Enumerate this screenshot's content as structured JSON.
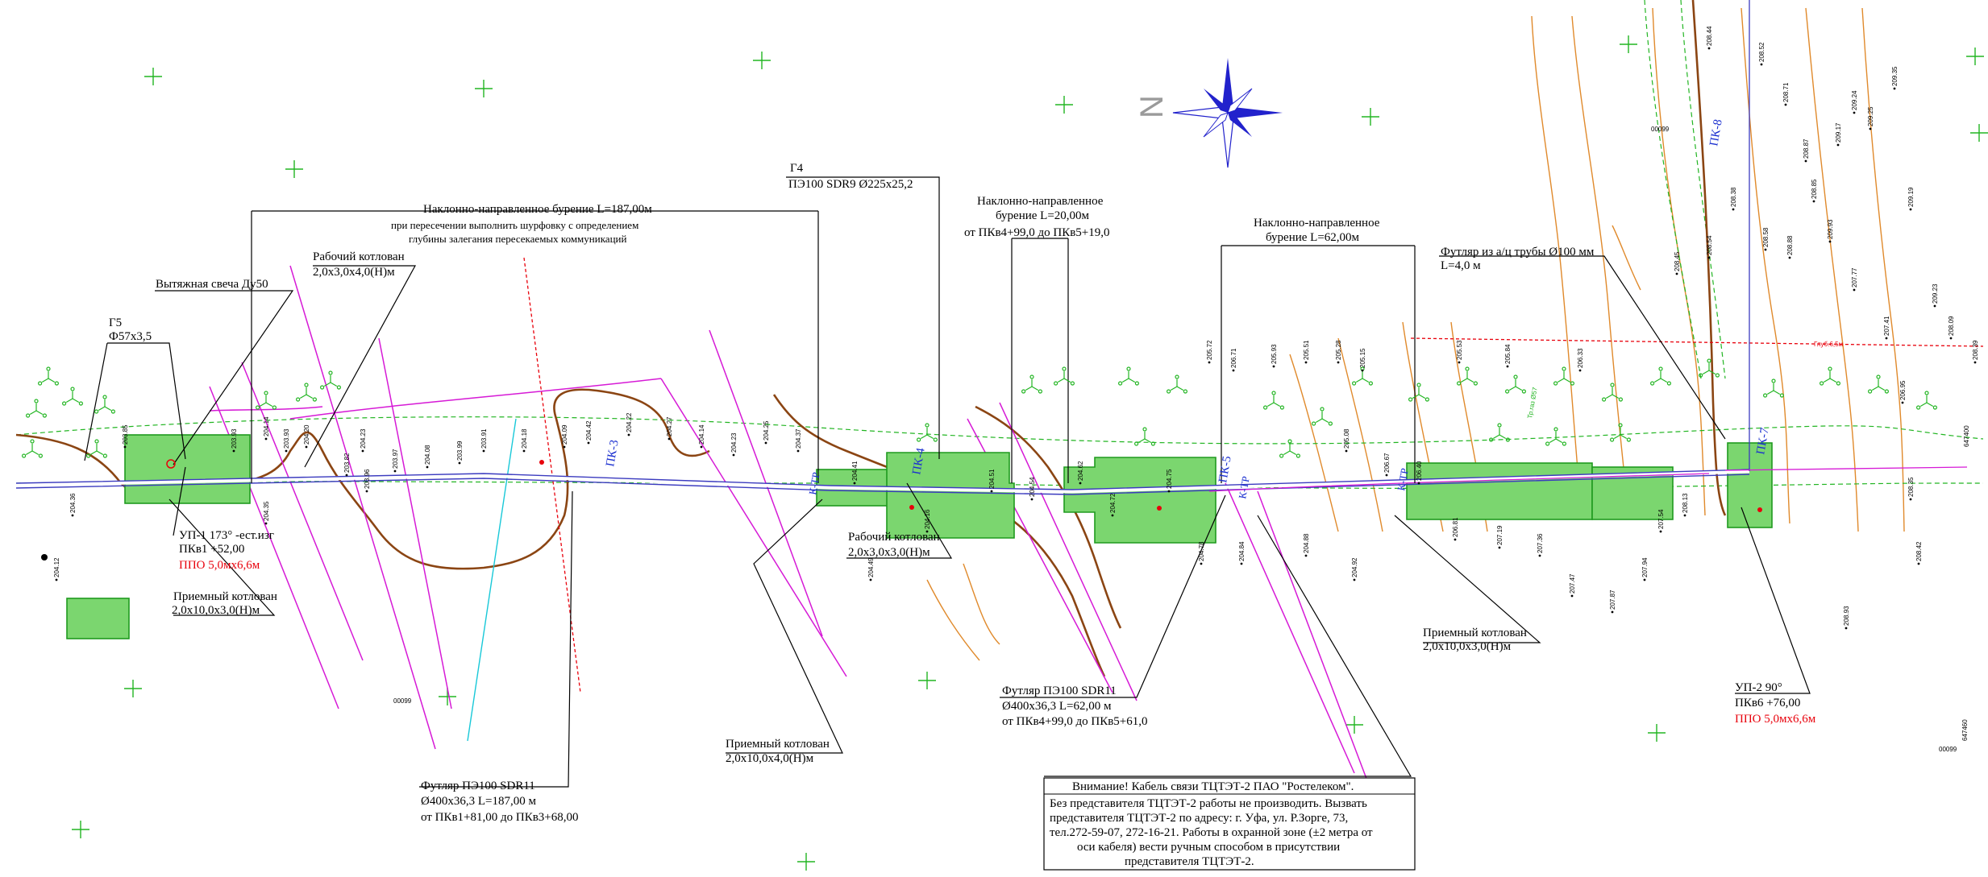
{
  "north_label": "N",
  "colors": {
    "pit_fill": "#7bd66f",
    "pit_stroke": "#1f9a1f",
    "pipeline": "#3b3bbf",
    "magenta_lines": "#d61ad6",
    "contours": "#e08a2c",
    "brown_lines": "#8b4513",
    "cable_cyan": "#18c8d8",
    "red_text": "#e8000b",
    "compass": "#2222cc"
  },
  "labels": {
    "g5_title": "Г5",
    "g5_spec": "Ф57х3,5",
    "vent": "Вытяжная свеча Ду50",
    "work_pit_title": "Рабочий котлован",
    "work_pit_size": "2,0х3,0х4,0(Н)м",
    "hdd1_l1": "Наклонно-направленное бурение L=187,00м",
    "hdd1_l2": "при пересечении выполнить шурфовку с определением",
    "hdd1_l3": "глубины залегания пересекаемых коммуникаций",
    "g4_title": "Г4",
    "g4_spec": "ПЭ100 SDR9 Ø225х25,2",
    "hdd2_l1": "Наклонно-направленное",
    "hdd2_l2": "бурение L=20,00м",
    "hdd2_l3": "от ПКв4+99,0 до ПКв5+19,0",
    "hdd3_l1": "Наклонно-направленное",
    "hdd3_l2": "бурение L=62,00м",
    "sleeve_ac_l1": "Футляр из а/ц трубы Ø100 мм",
    "sleeve_ac_l2": "L=4,0 м",
    "up1_l1": "УП-1 173° -ест.изг",
    "up1_l2": "ПКв1 +52,00",
    "up1_ppo": "ППО 5,0мх6,6м",
    "recv_left_title": "Приемный котлован",
    "recv_left_size": "2,0х10,0х3,0(Н)м",
    "work_pit2_title": "Рабочий котлован",
    "work_pit2_size": "2,0х3,0х3,0(Н)м",
    "recv_mid_title": "Приемный котлован",
    "recv_mid_size": "2,0х10,0х4,0(Н)м",
    "sleeve1_l1": "Футляр ПЭ100 SDR11",
    "sleeve1_l2": "Ø400х36,3 L=187,00 м",
    "sleeve1_l3": "от ПКв1+81,00 до ПКв3+68,00",
    "sleeve2_l1": "Футляр ПЭ100 SDR11",
    "sleeve2_l2": "Ø400х36,3 L=62,00 м",
    "sleeve2_l3": "от ПКв4+99,0 до ПКв5+61,0",
    "recv_right_title": "Приемный котлован",
    "recv_right_size": "2,0х10,0х3,0(Н)м",
    "up2_l1": "УП-2 90°",
    "up2_l2": "ПКв6 +76,00",
    "up2_ppo": "ППО 5,0мх6,6м",
    "notice_l1": "Внимание! Кабель связи ТЦТЭТ-2 ПАО \"Ростелеком\".",
    "notice_l2": "Без представителя ТЦТЭТ-2 работы не производить. Вызвать",
    "notice_l3": "представителя ТЦТЭТ-2 по адресу: г. Уфа, ул. Р.Зорге, 73,",
    "notice_l4": "тел.272-59-07, 272-16-21. Работы в охранной зоне (±2 метра от",
    "notice_l5": "оси кабеля) вести ручным способом в присутствии",
    "notice_l6": "представителя ТЦТЭТ-2."
  },
  "pickets": {
    "pk3": "ПК-3",
    "pk4": "ПК-4",
    "pk5": "ПК-5",
    "pk7": "ПК-7",
    "pk8": "ПК-8",
    "ktr1": "К-ТР",
    "ktr2": "К-ТР",
    "ktr3": "К-ТР"
  },
  "elevations": [
    "203.85",
    "203.93",
    "204.14",
    "203.93",
    "204.20",
    "204.23",
    "204.35",
    "204.36",
    "204.12",
    "203.82",
    "203.96",
    "203.97",
    "204.08",
    "203.99",
    "203.91",
    "204.18",
    "204.09",
    "204.42",
    "204.22",
    "204.27",
    "204.14",
    "204.23",
    "204.25",
    "204.37",
    "204.41",
    "204.49",
    "204.16",
    "204.51",
    "204.54",
    "204.62",
    "204.72",
    "204.75",
    "204.78",
    "204.84",
    "204.88",
    "204.92",
    "205.08",
    "205.15",
    "205.28",
    "205.51",
    "205.93",
    "206.71",
    "205.72",
    "205.53",
    "205.84",
    "206.33",
    "206.67",
    "206.40",
    "206.81",
    "207.19",
    "207.36",
    "207.47",
    "207.87",
    "207.94",
    "207.54",
    "208.13",
    "208.45",
    "208.54",
    "208.38",
    "208.58",
    "208.88",
    "208.85",
    "209.17",
    "209.24",
    "209.25",
    "209.35",
    "209.19",
    "209.23",
    "208.09",
    "208.39",
    "208.44",
    "208.52",
    "208.71",
    "208.87",
    "209.93",
    "207.77",
    "207.41",
    "206.95",
    "208.35",
    "208.42",
    "208.93"
  ],
  "misc": {
    "grid_code1": "00099",
    "grid_code2": "00099",
    "grid_code3": "00099",
    "mark_647400": "647400",
    "mark_647460": "647460",
    "trees_note": "Тр.газ Ø57",
    "depth_red": "Глуб.6,5м"
  }
}
